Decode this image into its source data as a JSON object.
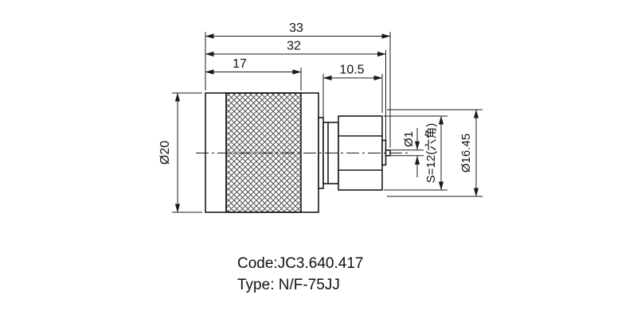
{
  "drawing": {
    "dimensions": {
      "total_length": "33",
      "length_to_pin_base": "32",
      "body_length": "17",
      "coupler_length": "10.5",
      "body_diameter": "Ø20",
      "pin_diameter": "Ø1",
      "hex_across_flats": "S=12(六角)",
      "interface_diameter": "Ø16.45"
    },
    "notes": {
      "code": "Code:JC3.640.417",
      "type": "Type: N/F-75JJ"
    }
  }
}
